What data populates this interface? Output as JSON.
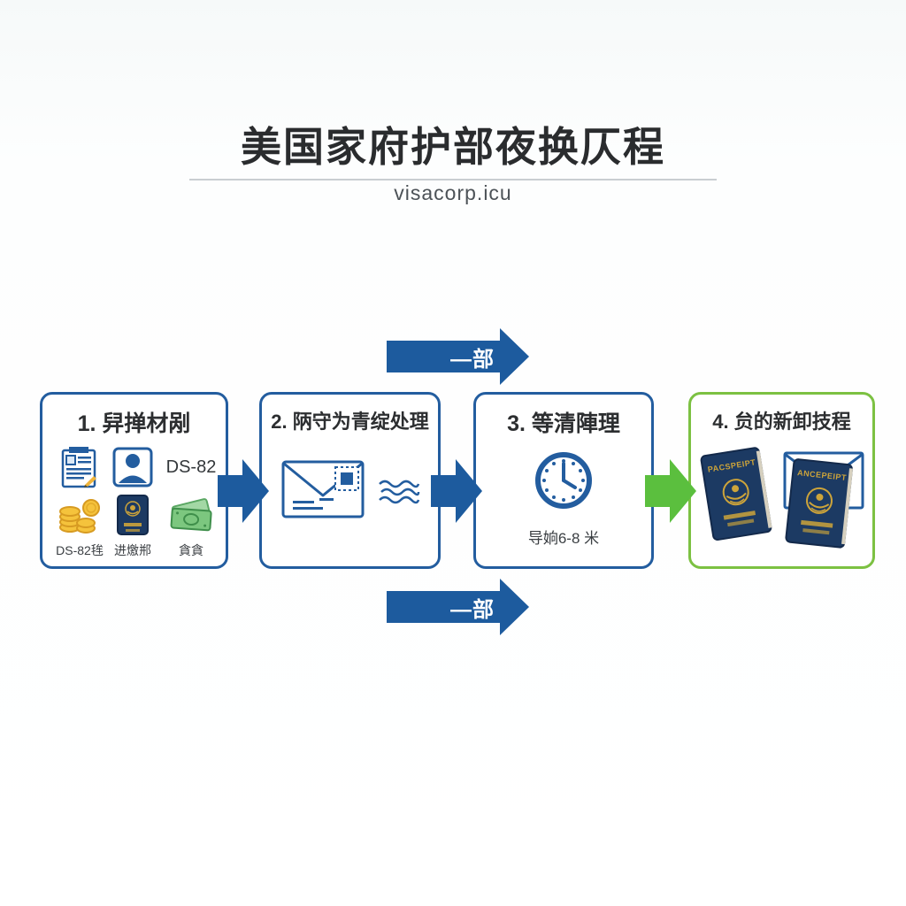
{
  "colors": {
    "blue": "#235d9f",
    "arrow_blue": "#1d5b9e",
    "green_border": "#7cc142",
    "green_arrow": "#5bbf3e",
    "gold": "#cda43a",
    "navy": "#1c3a63",
    "money_green": "#6fbf72"
  },
  "header": {
    "title": "美国家府护部夜换仄程",
    "subtitle": "visacorp.icu"
  },
  "arrows": {
    "top_label": "—部",
    "bottom_label": "—部"
  },
  "steps": [
    {
      "title": "1. 舁掸材剐",
      "ds82_text": "DS-82",
      "icons": [
        "document-icon",
        "person-icon",
        "coins-icon",
        "passport-icon",
        "money-icon"
      ],
      "label_form": "DS-82毪",
      "label_old_passport": "进燩郱",
      "label_fee": "貪貪"
    },
    {
      "title": "2. 陃守为青绽处理",
      "icons": [
        "envelope-stamp-icon",
        "mail-waves-icon"
      ]
    },
    {
      "title": "3. 等清陣理",
      "icons": [
        "clock-icon"
      ],
      "duration": "导姠6-8 米"
    },
    {
      "title": "4. 贠的新卸技程",
      "icons": [
        "passports-icon",
        "envelope-icon"
      ],
      "passport_left": "PACSPEIPT",
      "passport_right": "ANCEPEIPT"
    }
  ]
}
